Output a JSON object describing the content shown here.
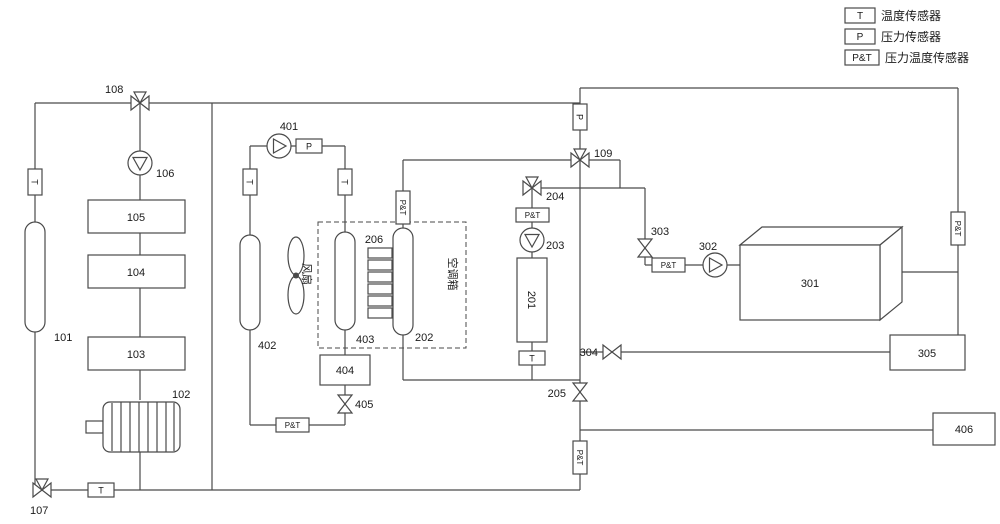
{
  "diagram": {
    "labels": {
      "l101": "101",
      "l102": "102",
      "l103": "103",
      "l104": "104",
      "l105": "105",
      "l106": "106",
      "l107": "107",
      "l108": "108",
      "l109": "109",
      "l201": "201",
      "l202": "202",
      "l203": "203",
      "l204": "204",
      "l205": "205",
      "l206": "206",
      "l301": "301",
      "l302": "302",
      "l303": "303",
      "l304": "304",
      "l305": "305",
      "l401": "401",
      "l402": "402",
      "l403": "403",
      "l404": "404",
      "l405": "405",
      "l406": "406",
      "fan": "风扇",
      "ac_box": "空调箱"
    },
    "sensor_types": {
      "t": "T",
      "p": "P",
      "pt": "P&T"
    },
    "legend": {
      "items": [
        {
          "symbol": "T",
          "label": "温度传感器"
        },
        {
          "symbol": "P",
          "label": "压力传感器"
        },
        {
          "symbol": "P&T",
          "label": "压力温度传感器"
        }
      ]
    }
  }
}
